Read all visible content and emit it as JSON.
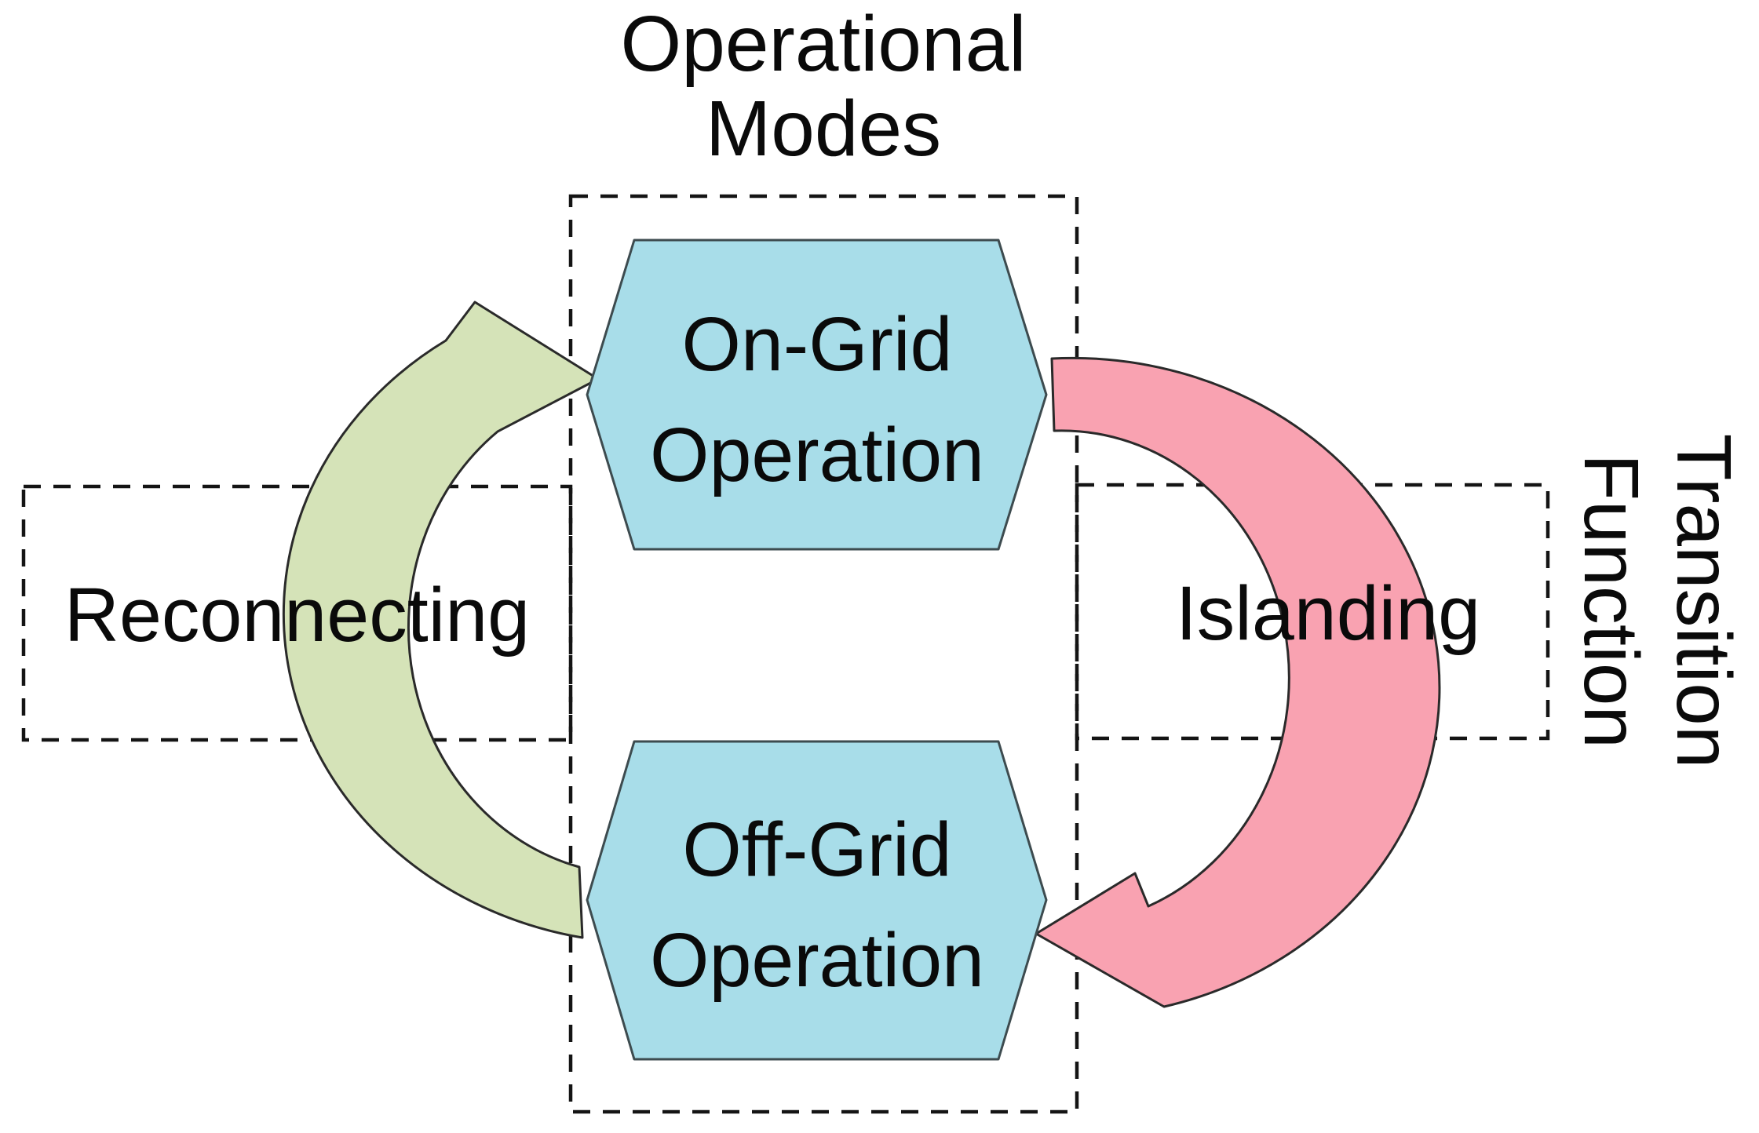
{
  "title": {
    "line1": "Operational",
    "line2": "Modes"
  },
  "nodes": {
    "on_grid": {
      "line1": "On-Grid",
      "line2": "Operation"
    },
    "off_grid": {
      "line1": "Off-Grid",
      "line2": "Operation"
    }
  },
  "transitions": {
    "islanding": "Islanding",
    "reconnecting": "Reconnecting"
  },
  "side_label": {
    "line1": "Transition",
    "line2": "Function"
  },
  "colors": {
    "node_fill": "#a8dde9",
    "node_stroke": "#3d4b4f",
    "green_arrow_fill": "#d5e3b8",
    "pink_arrow_fill": "#f9a2b1",
    "arrow_stroke": "#2a2a2a",
    "dashed_line": "#141414",
    "text": "#0a0a0a"
  }
}
